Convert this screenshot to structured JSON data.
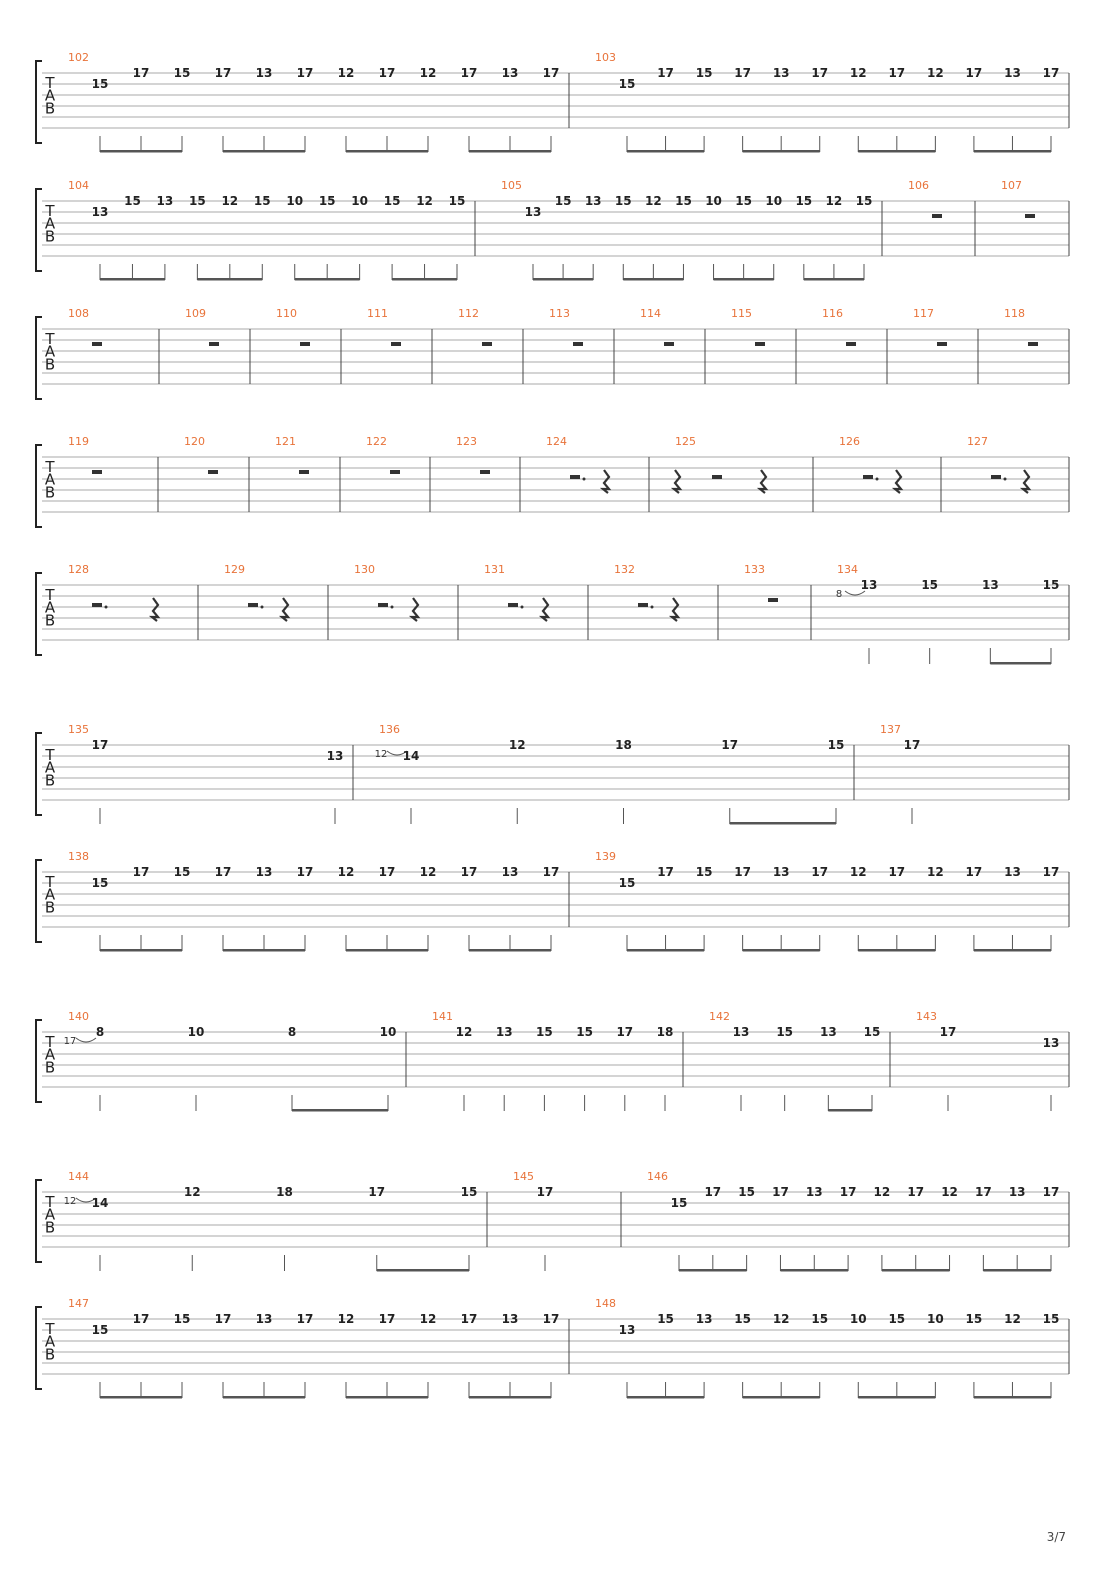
{
  "page_number": "3/7",
  "tab_letters": [
    "T",
    "A",
    "B"
  ],
  "systems": [
    {
      "measures": [
        {
          "num": "102",
          "kind": "notes",
          "frets": [
            "15",
            "17",
            "15",
            "17",
            "13",
            "17",
            "12",
            "17",
            "12",
            "17",
            "13",
            "17"
          ],
          "levels": [
            1,
            0,
            0,
            0,
            0,
            0,
            0,
            0,
            0,
            0,
            0,
            0
          ],
          "beams": [
            [
              0,
              1,
              2
            ],
            [
              3,
              4,
              5
            ],
            [
              6,
              7,
              8
            ],
            [
              9,
              10,
              11
            ]
          ]
        },
        {
          "num": "103",
          "kind": "notes",
          "frets": [
            "15",
            "17",
            "15",
            "17",
            "13",
            "17",
            "12",
            "17",
            "12",
            "17",
            "13",
            "17"
          ],
          "levels": [
            1,
            0,
            0,
            0,
            0,
            0,
            0,
            0,
            0,
            0,
            0,
            0
          ],
          "beams": [
            [
              0,
              1,
              2
            ],
            [
              3,
              4,
              5
            ],
            [
              6,
              7,
              8
            ],
            [
              9,
              10,
              11
            ]
          ]
        }
      ]
    },
    {
      "measures": [
        {
          "num": "104",
          "kind": "notes",
          "frets": [
            "13",
            "15",
            "13",
            "15",
            "12",
            "15",
            "10",
            "15",
            "10",
            "15",
            "12",
            "15"
          ],
          "levels": [
            1,
            0,
            0,
            0,
            0,
            0,
            0,
            0,
            0,
            0,
            0,
            0
          ],
          "beams": [
            [
              0,
              1,
              2
            ],
            [
              3,
              4,
              5
            ],
            [
              6,
              7,
              8
            ],
            [
              9,
              10,
              11
            ]
          ]
        },
        {
          "num": "105",
          "kind": "notes",
          "frets": [
            "13",
            "15",
            "13",
            "15",
            "12",
            "15",
            "10",
            "15",
            "10",
            "15",
            "12",
            "15"
          ],
          "levels": [
            1,
            0,
            0,
            0,
            0,
            0,
            0,
            0,
            0,
            0,
            0,
            0
          ],
          "beams": [
            [
              0,
              1,
              2
            ],
            [
              3,
              4,
              5
            ],
            [
              6,
              7,
              8
            ],
            [
              9,
              10,
              11
            ]
          ]
        },
        {
          "num": "106",
          "kind": "rest"
        },
        {
          "num": "107",
          "kind": "rest"
        }
      ]
    },
    {
      "measures": [
        {
          "num": "108",
          "kind": "rest"
        },
        {
          "num": "109",
          "kind": "rest"
        },
        {
          "num": "110",
          "kind": "rest"
        },
        {
          "num": "111",
          "kind": "rest"
        },
        {
          "num": "112",
          "kind": "rest"
        },
        {
          "num": "113",
          "kind": "rest"
        },
        {
          "num": "114",
          "kind": "rest"
        },
        {
          "num": "115",
          "kind": "rest"
        },
        {
          "num": "116",
          "kind": "rest"
        },
        {
          "num": "117",
          "kind": "rest"
        },
        {
          "num": "118",
          "kind": "rest"
        }
      ]
    },
    {
      "measures": [
        {
          "num": "119",
          "kind": "rest"
        },
        {
          "num": "120",
          "kind": "rest"
        },
        {
          "num": "121",
          "kind": "rest"
        },
        {
          "num": "122",
          "kind": "rest"
        },
        {
          "num": "123",
          "kind": "rest"
        },
        {
          "num": "124",
          "kind": "dotted-rest-quarter"
        },
        {
          "num": "125",
          "kind": "quarter-half-quarter"
        },
        {
          "num": "126",
          "kind": "dotted-rest-quarter"
        },
        {
          "num": "127",
          "kind": "dotted-rest-quarter"
        }
      ]
    },
    {
      "measures": [
        {
          "num": "128",
          "kind": "dotted-rest-quarter"
        },
        {
          "num": "129",
          "kind": "dotted-rest-quarter"
        },
        {
          "num": "130",
          "kind": "dotted-rest-quarter"
        },
        {
          "num": "131",
          "kind": "dotted-rest-quarter"
        },
        {
          "num": "132",
          "kind": "dotted-rest-quarter"
        },
        {
          "num": "133",
          "kind": "rest"
        },
        {
          "num": "134",
          "kind": "notes",
          "frets": [
            "13",
            "15",
            "13",
            "15"
          ],
          "levels": [
            0,
            0,
            0,
            0
          ],
          "beams": [
            [
              2,
              3
            ]
          ],
          "grace": "8"
        }
      ]
    },
    {
      "measures": [
        {
          "num": "135",
          "kind": "notes",
          "frets": [
            "17",
            "13"
          ],
          "levels": [
            0,
            1
          ],
          "beams": []
        },
        {
          "num": "136",
          "kind": "notes",
          "frets": [
            "14",
            "12",
            "18",
            "17",
            "15"
          ],
          "levels": [
            1,
            0,
            0,
            0,
            0
          ],
          "beams": [
            [
              3,
              4
            ]
          ],
          "grace": "12"
        },
        {
          "num": "137",
          "kind": "notes",
          "frets": [
            "17"
          ],
          "levels": [
            0
          ],
          "beams": []
        }
      ]
    },
    {
      "measures": [
        {
          "num": "138",
          "kind": "notes",
          "frets": [
            "15",
            "17",
            "15",
            "17",
            "13",
            "17",
            "12",
            "17",
            "12",
            "17",
            "13",
            "17"
          ],
          "levels": [
            1,
            0,
            0,
            0,
            0,
            0,
            0,
            0,
            0,
            0,
            0,
            0
          ],
          "beams": [
            [
              0,
              1,
              2
            ],
            [
              3,
              4,
              5
            ],
            [
              6,
              7,
              8
            ],
            [
              9,
              10,
              11
            ]
          ]
        },
        {
          "num": "139",
          "kind": "notes",
          "frets": [
            "15",
            "17",
            "15",
            "17",
            "13",
            "17",
            "12",
            "17",
            "12",
            "17",
            "13",
            "17"
          ],
          "levels": [
            1,
            0,
            0,
            0,
            0,
            0,
            0,
            0,
            0,
            0,
            0,
            0
          ],
          "beams": [
            [
              0,
              1,
              2
            ],
            [
              3,
              4,
              5
            ],
            [
              6,
              7,
              8
            ],
            [
              9,
              10,
              11
            ]
          ]
        }
      ]
    },
    {
      "measures": [
        {
          "num": "140",
          "kind": "notes",
          "frets": [
            "8",
            "10",
            "8",
            "10"
          ],
          "levels": [
            0,
            0,
            0,
            0
          ],
          "beams": [
            [
              2,
              3
            ]
          ],
          "grace": "17"
        },
        {
          "num": "141",
          "kind": "notes",
          "frets": [
            "12",
            "13",
            "15",
            "15",
            "17",
            "18"
          ],
          "levels": [
            0,
            0,
            0,
            0,
            0,
            0
          ],
          "beams": []
        },
        {
          "num": "142",
          "kind": "notes",
          "frets": [
            "13",
            "15",
            "13",
            "15"
          ],
          "levels": [
            0,
            0,
            0,
            0
          ],
          "beams": [
            [
              2,
              3
            ]
          ]
        },
        {
          "num": "143",
          "kind": "notes",
          "frets": [
            "17",
            "13"
          ],
          "levels": [
            0,
            1
          ],
          "beams": []
        }
      ]
    },
    {
      "measures": [
        {
          "num": "144",
          "kind": "notes",
          "frets": [
            "14",
            "12",
            "18",
            "17",
            "15"
          ],
          "levels": [
            1,
            0,
            0,
            0,
            0
          ],
          "beams": [
            [
              3,
              4
            ]
          ],
          "grace": "12"
        },
        {
          "num": "145",
          "kind": "notes",
          "frets": [
            "17"
          ],
          "levels": [
            0
          ],
          "beams": []
        },
        {
          "num": "146",
          "kind": "notes",
          "frets": [
            "15",
            "17",
            "15",
            "17",
            "13",
            "17",
            "12",
            "17",
            "12",
            "17",
            "13",
            "17"
          ],
          "levels": [
            1,
            0,
            0,
            0,
            0,
            0,
            0,
            0,
            0,
            0,
            0,
            0
          ],
          "beams": [
            [
              0,
              1,
              2
            ],
            [
              3,
              4,
              5
            ],
            [
              6,
              7,
              8
            ],
            [
              9,
              10,
              11
            ]
          ]
        }
      ]
    },
    {
      "measures": [
        {
          "num": "147",
          "kind": "notes",
          "frets": [
            "15",
            "17",
            "15",
            "17",
            "13",
            "17",
            "12",
            "17",
            "12",
            "17",
            "13",
            "17"
          ],
          "levels": [
            1,
            0,
            0,
            0,
            0,
            0,
            0,
            0,
            0,
            0,
            0,
            0
          ],
          "beams": [
            [
              0,
              1,
              2
            ],
            [
              3,
              4,
              5
            ],
            [
              6,
              7,
              8
            ],
            [
              9,
              10,
              11
            ]
          ]
        },
        {
          "num": "148",
          "kind": "notes",
          "frets": [
            "13",
            "15",
            "13",
            "15",
            "12",
            "15",
            "10",
            "15",
            "10",
            "15",
            "12",
            "15"
          ],
          "levels": [
            1,
            0,
            0,
            0,
            0,
            0,
            0,
            0,
            0,
            0,
            0,
            0
          ],
          "beams": [
            [
              0,
              1,
              2
            ],
            [
              3,
              4,
              5
            ],
            [
              6,
              7,
              8
            ],
            [
              9,
              10,
              11
            ]
          ]
        }
      ]
    }
  ]
}
